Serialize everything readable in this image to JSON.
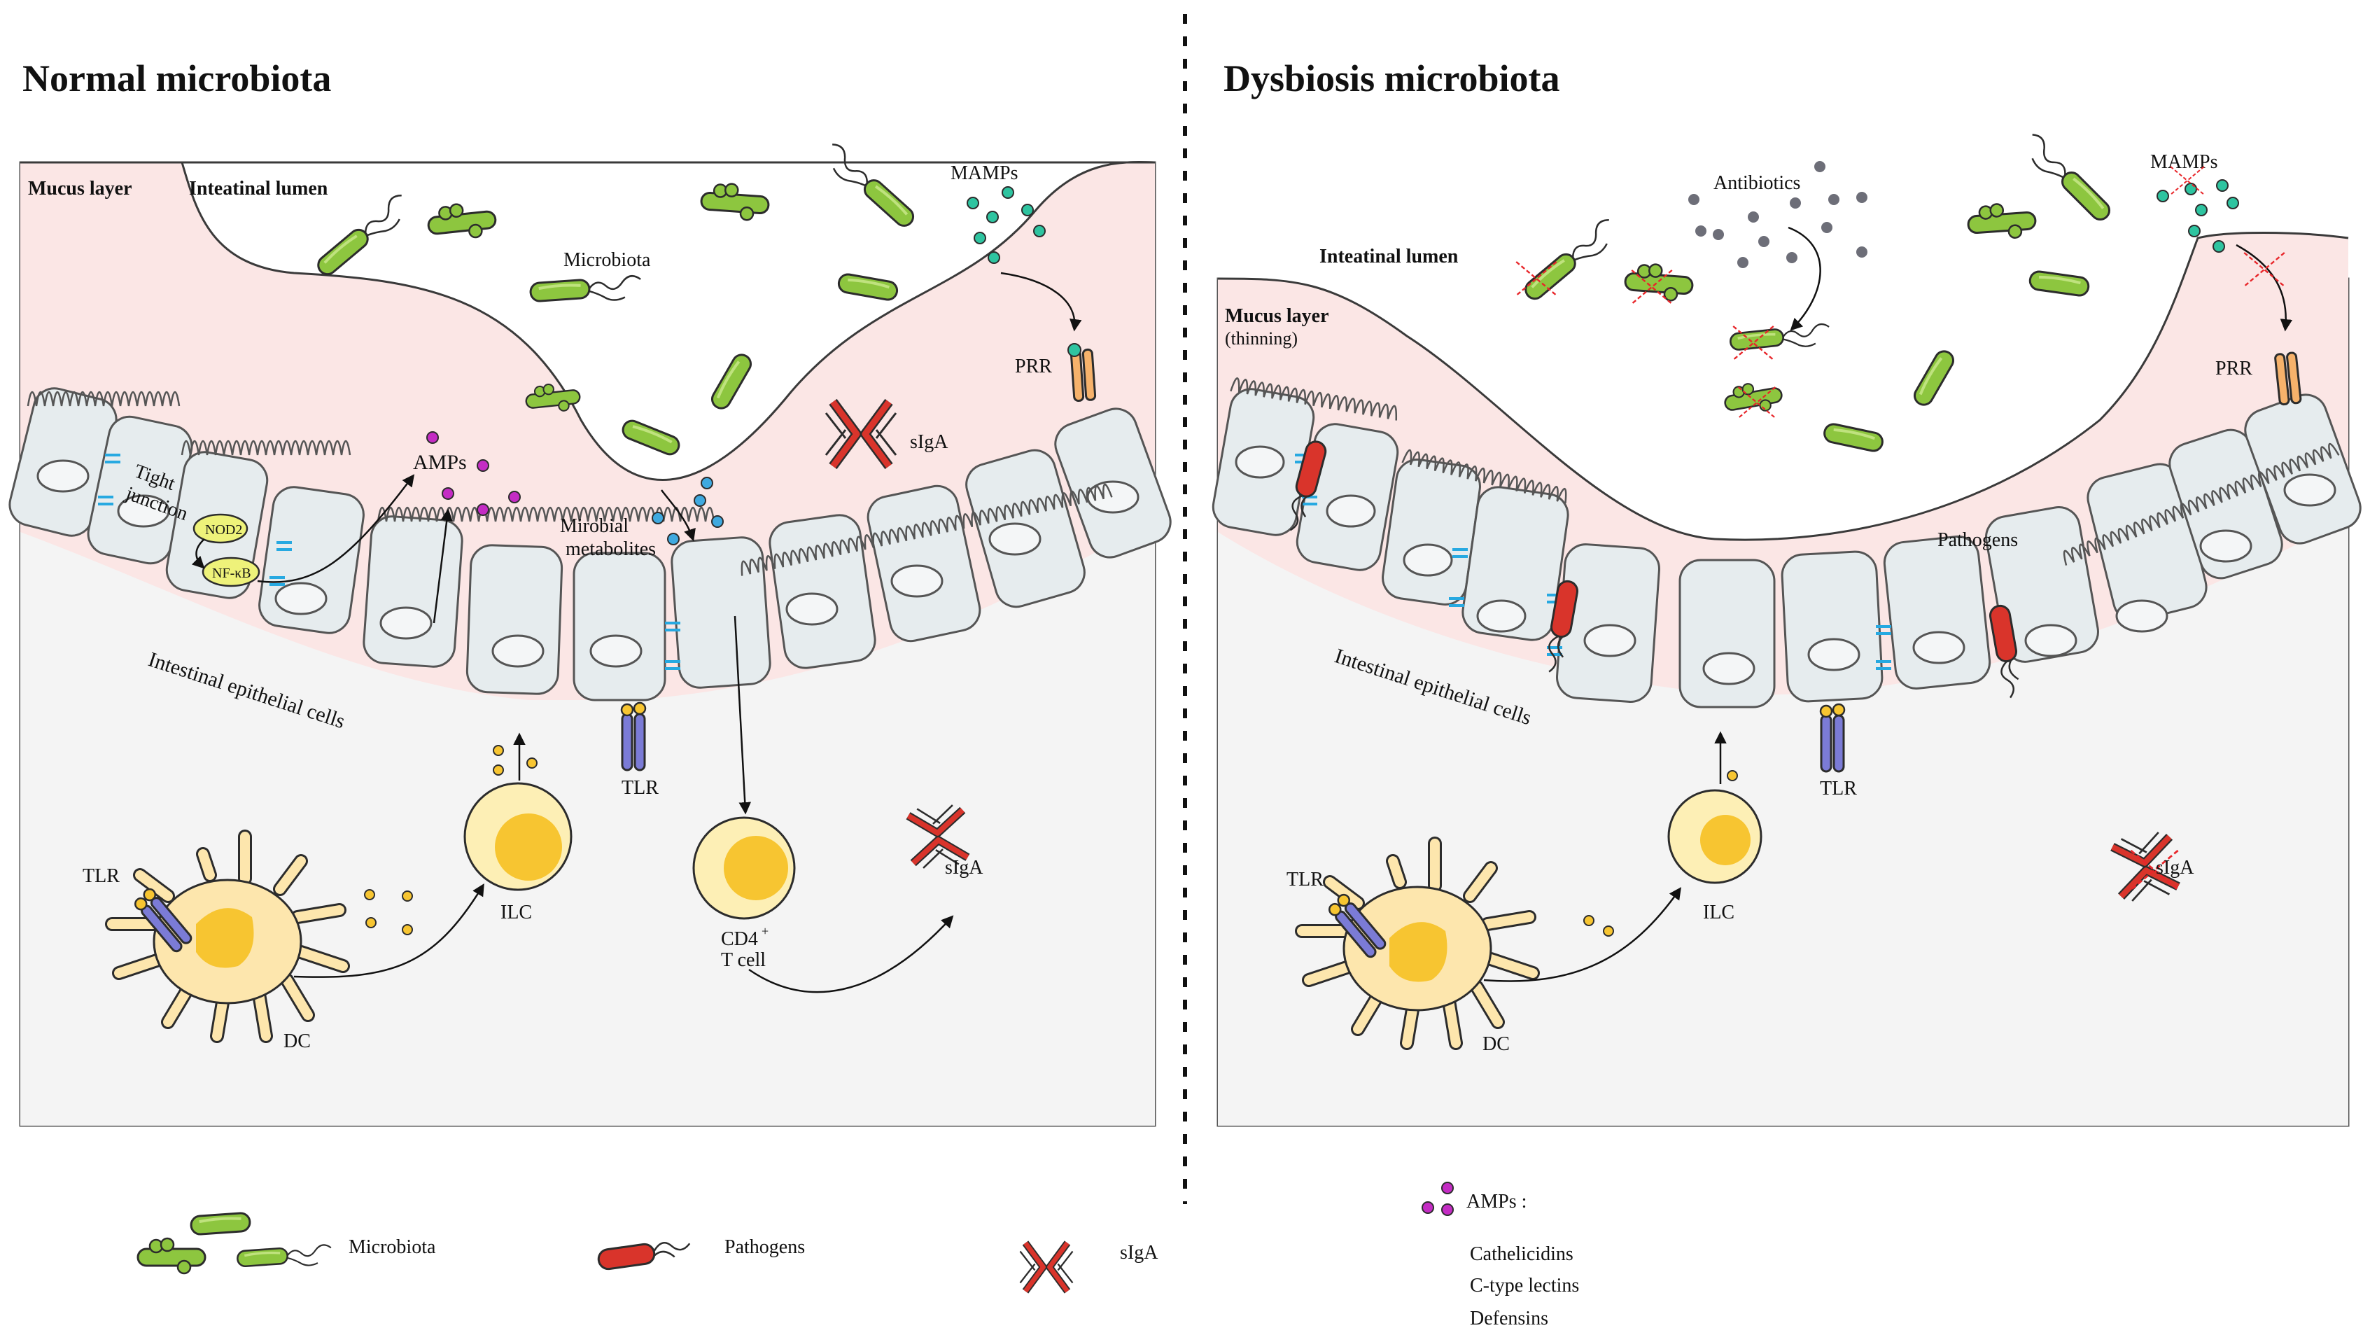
{
  "left_panel": {
    "title": "Normal microbiota",
    "mucus_label": "Mucus layer",
    "lumen_label": "Inteatinal lumen",
    "microbiota_label": "Microbiota",
    "mamps_label": "MAMPs",
    "prr_label": "PRR",
    "sIgA_top_label": "sIgA",
    "tight_junction_label_1": "Tight",
    "tight_junction_label_2": "junction",
    "nod2_label": "NOD2",
    "nfkb_label": "NF-κB",
    "amps_label": "AMPs",
    "metabolites_label_1": "Mirobial",
    "metabolites_label_2": "metabolites",
    "epithelial_label": "Intestinal epithelial cells",
    "tlr_cell_label": "TLR",
    "tlr_dc_label": "TLR",
    "ilc_label": "ILC",
    "cd4_label_1": "CD4",
    "cd4_superscript": "+",
    "cd4_label_2": "T cell",
    "sIgA_bottom_label": "sIgA",
    "dc_label": "DC"
  },
  "right_panel": {
    "title": "Dysbiosis microbiota",
    "lumen_label": "Inteatinal lumen",
    "mucus_label": "Mucus layer",
    "mucus_sub_label": "(thinning)",
    "antibiotics_label": "Antibiotics",
    "mamps_label": "MAMPs",
    "prr_label": "PRR",
    "pathogens_label": "Pathogens",
    "epithelial_label": "Intestinal epithelial cells",
    "tlr_cell_label": "TLR",
    "tlr_dc_label": "TLR",
    "ilc_label": "ILC",
    "sIgA_label": "sIgA",
    "dc_label": "DC"
  },
  "legend": {
    "microbiota": "Microbiota",
    "pathogens": "Pathogens",
    "sIgA": "sIgA",
    "amps_title": "AMPs :",
    "amps_items": [
      "Cathelicidins",
      "C-type lectins",
      "Defensins"
    ]
  },
  "colors": {
    "mucus": "#fbe6e5",
    "tissue": "#f4f4f4",
    "epithelial_fill": "#e6ecee",
    "bacteria_green": "#8dc63f",
    "pathogen_red": "#d9342b",
    "mamp_teal": "#2ec4a0",
    "metabolite_blue": "#3fa9df",
    "amp_magenta": "#c42cc4",
    "cytokine_yellow": "#f7c531",
    "immune_cell": "#fdefb5",
    "tlr_purple": "#7b7bd6",
    "prr_orange": "#f6b26b",
    "antibiotic_gray": "#6d6e78",
    "tight_junction_blue": "#27a9e1",
    "cross_red": "#e8262a"
  }
}
